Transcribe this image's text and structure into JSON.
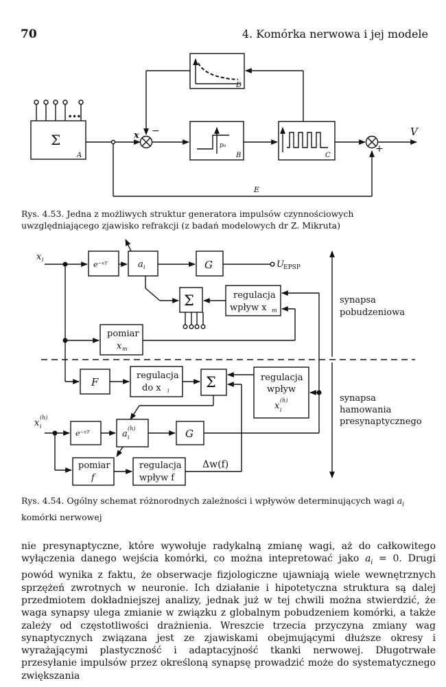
{
  "header": {
    "page_number": "70",
    "running_title": "4. Komórka nerwowa i jej modele"
  },
  "fig53": {
    "sum_symbol": "Σ",
    "dots": "•••",
    "label_A": "A",
    "label_B": "B",
    "label_C": "C",
    "label_D": "D",
    "label_E": "E",
    "input_x": "x",
    "minus": "−",
    "plus": "+",
    "p0": "p₀",
    "output_V": "V",
    "caption": "Rys. 4.53. Jedna z możliwych struktur generatora impulsów czynnościowych uwzględniającego zjawisko refrakcji (z badań modelowych dr Z. Mikruta)"
  },
  "fig54": {
    "xi": "x",
    "xi_sub": "i",
    "delay": "e⁻ˢᵀ",
    "ai": "a",
    "ai_sub": "i",
    "G": "G",
    "uepsp": "U",
    "uepsp_sub": "EPSP",
    "sum": "Σ",
    "reg_wplyw_xm_1": "regulacja",
    "reg_wplyw_xm_2": "wpływ x",
    "reg_wplyw_xm_sub": "m",
    "pomiar_xm_1": "pomiar",
    "pomiar_xm_2": "x",
    "pomiar_xm_sub": "m",
    "F": "F",
    "reg_do_xi_1": "regulacja",
    "reg_do_xi_2": "do x",
    "reg_do_xi_sub": "i",
    "reg_wplyw_xih_1": "regulacja",
    "reg_wplyw_xih_2": "wpływ",
    "reg_wplyw_xih_3": "x",
    "reg_wplyw_xih_sup": "(h)",
    "reg_wplyw_xih_sub": "i",
    "xih": "x",
    "xih_sup": "(h)",
    "xih_sub": "i",
    "aih": "a",
    "aih_sup": "(h)",
    "aih_sub": "i",
    "pomiar_f_1": "pomiar",
    "pomiar_f_2": "f",
    "reg_wplyw_f_1": "regulacja",
    "reg_wplyw_f_2": "wpływ f",
    "dwf": "Δw(f)",
    "synapsa1_1": "synapsa",
    "synapsa1_2": "pobudzeniowa",
    "synapsa2_1": "synapsa",
    "synapsa2_2": "hamowania",
    "synapsa2_3": "presynaptycznego",
    "caption_pre": "Rys. 4.54. Ogólny schemat różnorodnych zależności i wpływów determinujących wagi ",
    "caption_var": "a",
    "caption_var_sub": "i",
    "caption_post": " komórki nerwowej"
  },
  "body": {
    "part1": "nie presynaptyczne, które wywołuje radykalną zmianę wagi, aż do całkowitego wyłączenia danego wejścia komórki, co można intepretować jako ",
    "eq": "a",
    "eq_sub": "i",
    "eq_rest": " = 0",
    "part2": ". Drugi powód wynika z faktu, że obserwacje fizjologiczne ujawniają wiele wewnętrznych sprzężeń zwrotnych w neuronie. Ich działanie i hipotetyczna struktura są dalej przedmiotem dokładniejszej analizy, jednak już w tej chwili można stwierdzić, że waga synapsy ulega zmianie w związku z globalnym pobudzeniem komórki, a także zależy od częstotliwości drażnienia. Wreszcie trzecia przyczyna zmiany wag synaptycznych związana jest ze zjawiskami obejmującymi dłuższe okresy i wyrażającymi plastyczność i adaptacyjność tkanki nerwowej. Długotrwałe przesyłanie impulsów przez określoną synapsę prowadzić może do systematycznego zwiększania"
  }
}
